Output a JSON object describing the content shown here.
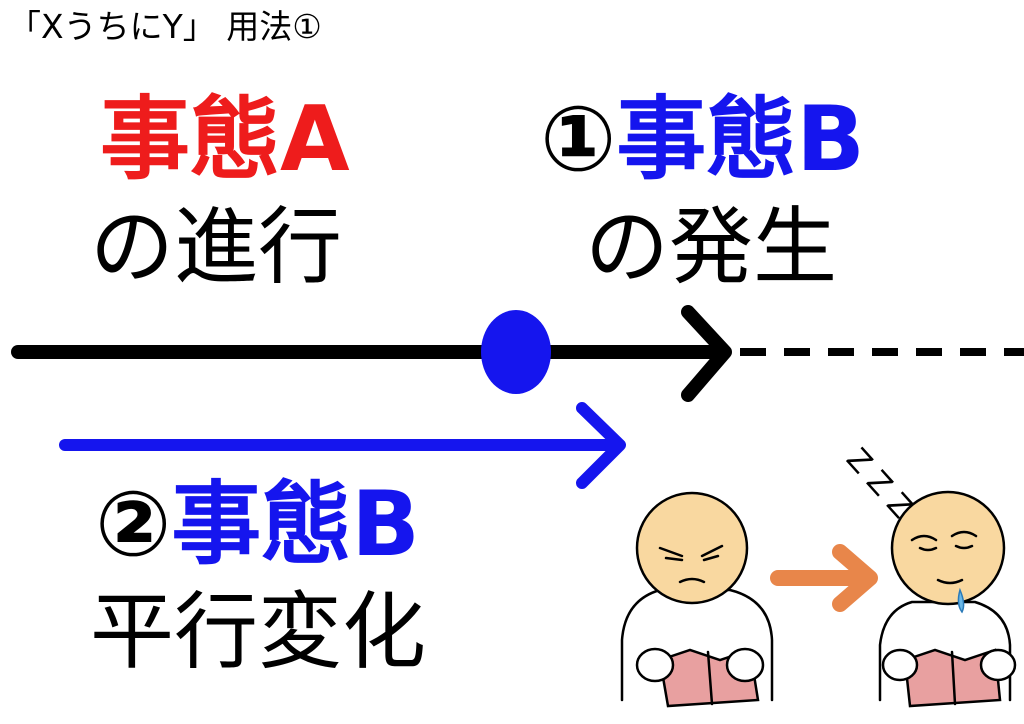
{
  "header": "「XうちにY」 用法①",
  "colors": {
    "red": "#ee1c1c",
    "blue": "#1515ee",
    "black": "#000000",
    "orange": "#e8864a",
    "skin": "#f9d8a0"
  },
  "event_a": {
    "name": "事態A",
    "desc": "の進行"
  },
  "event_b1": {
    "marker": "①",
    "name": "事態B",
    "desc": "の発生"
  },
  "event_b2": {
    "marker": "②",
    "name": "事態B",
    "desc": "平行変化"
  },
  "zzz": "Z Z Z"
}
